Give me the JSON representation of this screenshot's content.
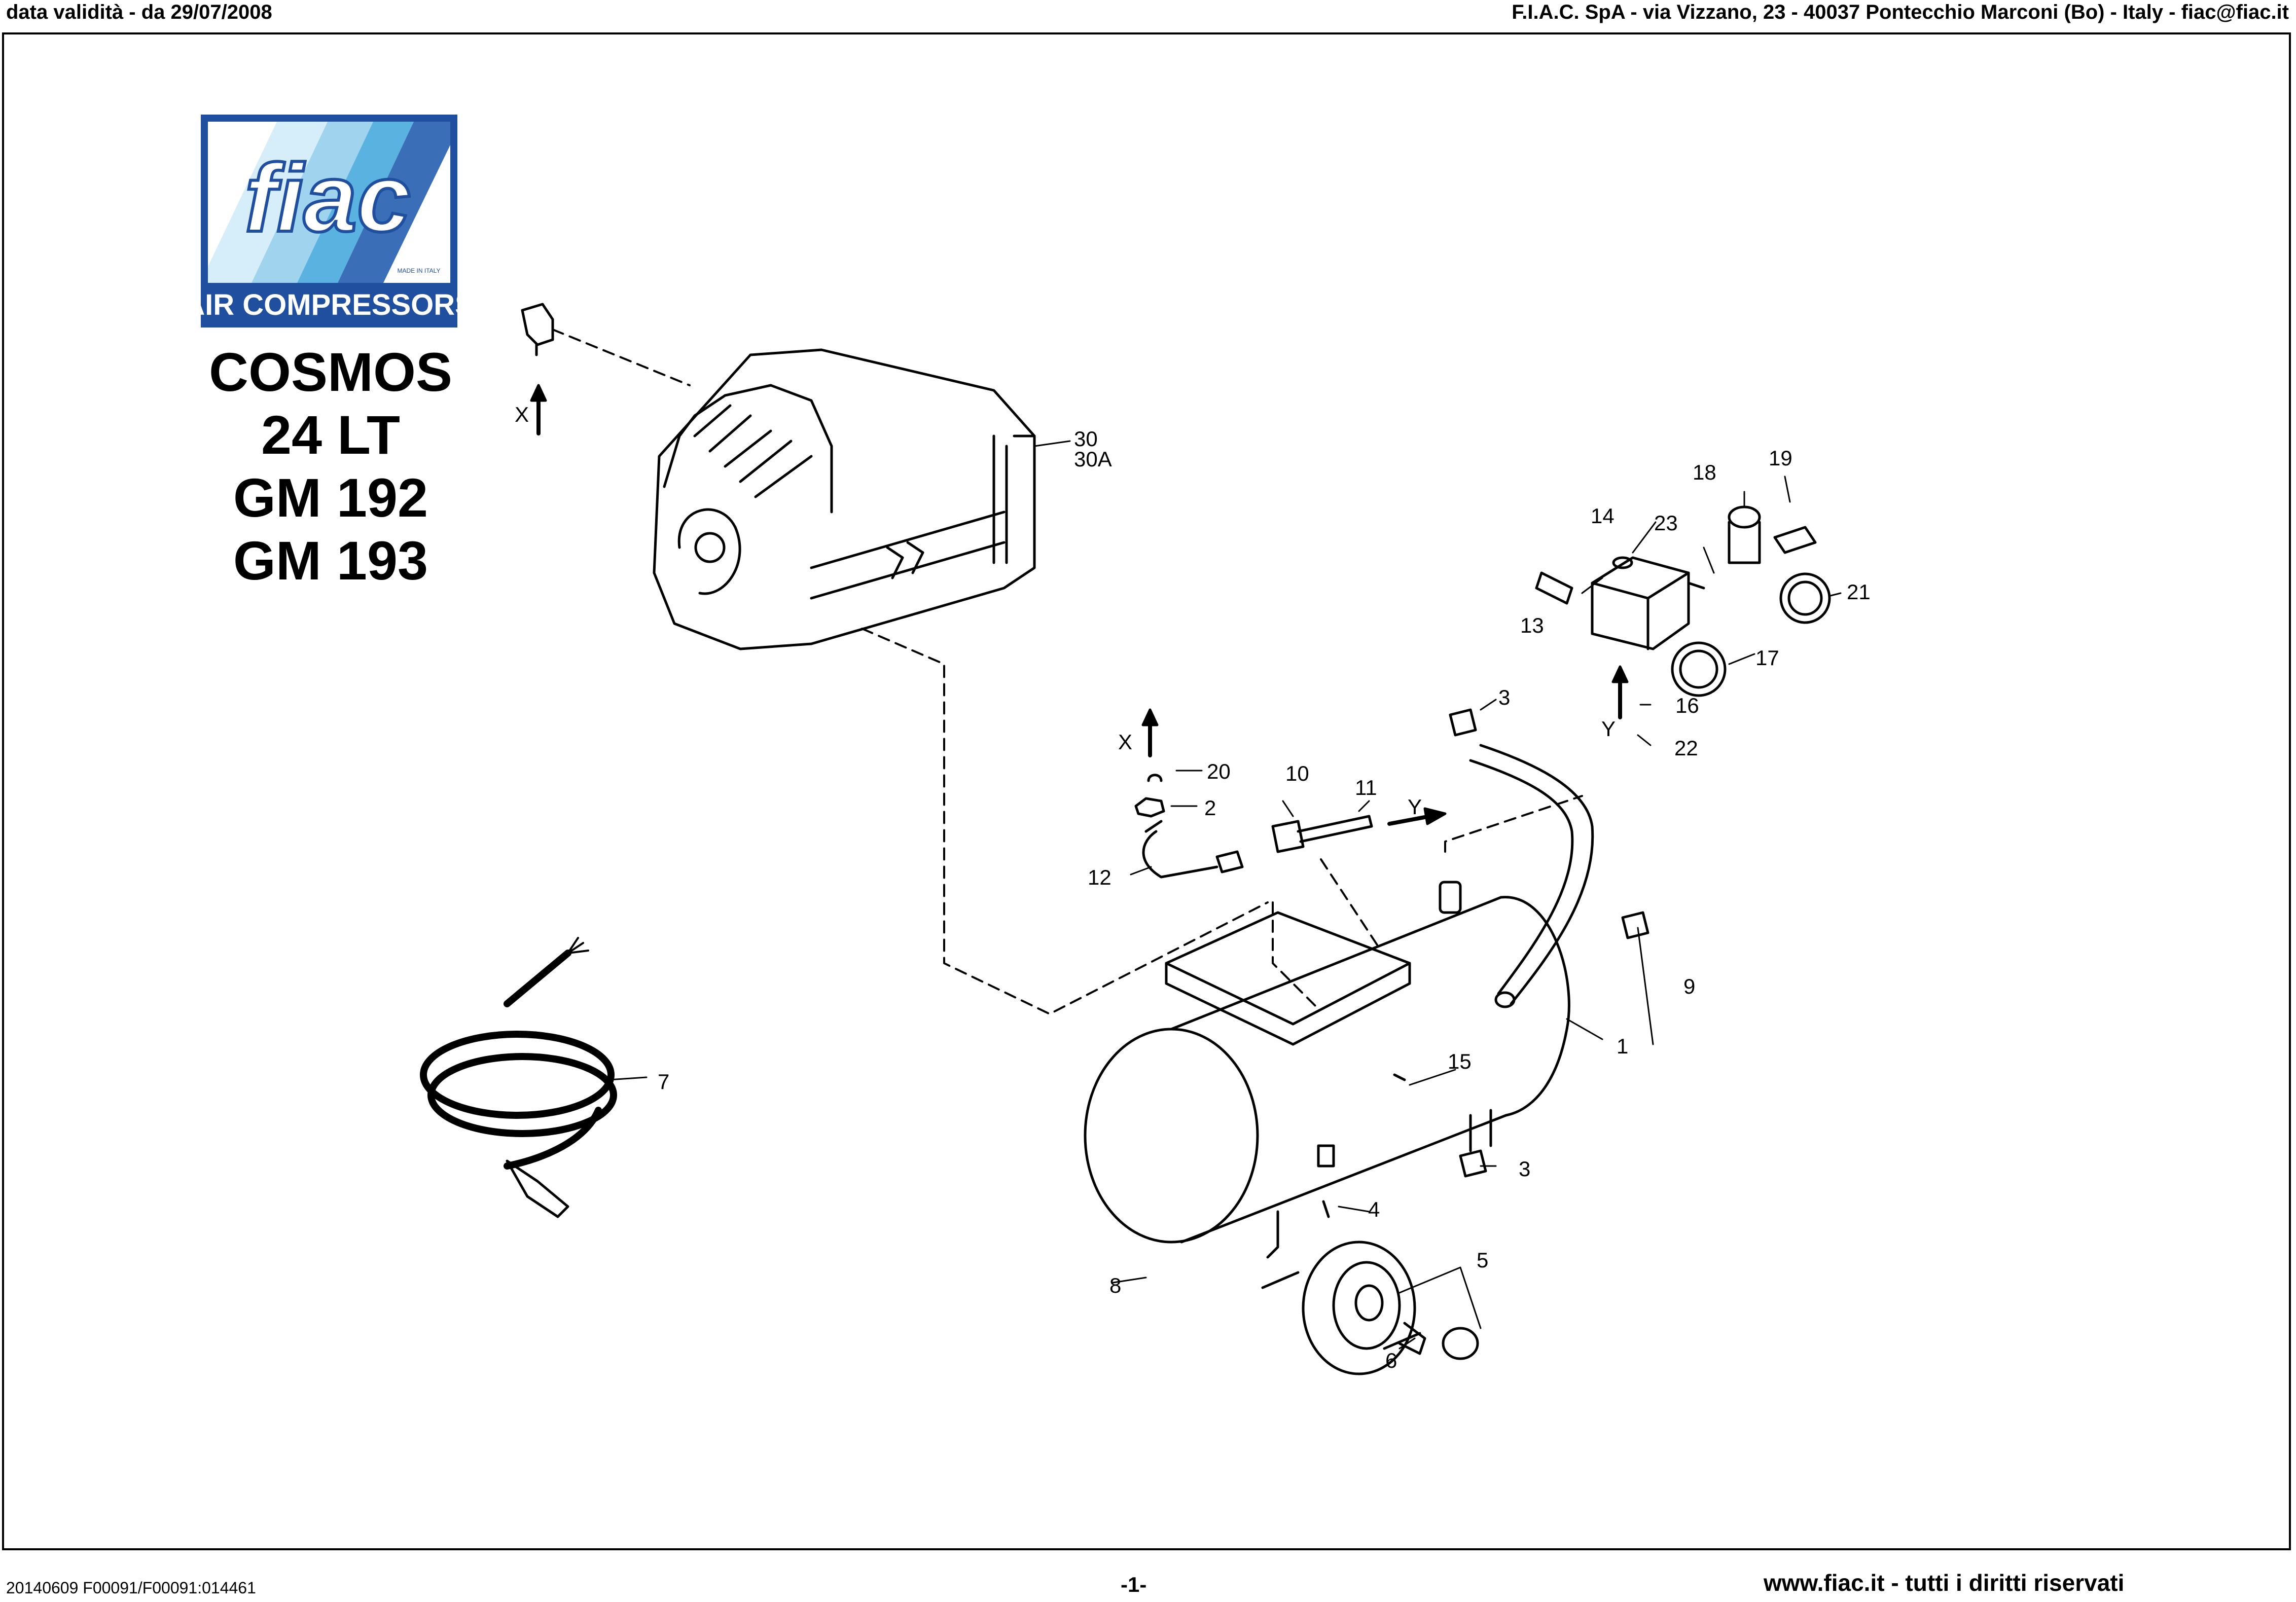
{
  "header": {
    "validity": "data validità - da 29/07/2008",
    "company": "F.I.A.C. SpA - via Vizzano, 23 - 40037 Pontecchio Marconi (Bo) - Italy - fiac@fiac.it"
  },
  "logo": {
    "brand": "fiac",
    "made_in": "MADE IN ITALY",
    "tagline": "AIR COMPRESSORS"
  },
  "model": {
    "name": "COSMOS",
    "capacity": "24 LT",
    "code_1": "GM 192",
    "code_2": "GM 193"
  },
  "part_labels": {
    "p1": "1",
    "p2": "2",
    "p3a": "3",
    "p3b": "3",
    "p4": "4",
    "p5": "5",
    "p6": "6",
    "p7": "7",
    "p8": "8",
    "p9": "9",
    "p10": "10",
    "p11": "11",
    "p12": "12",
    "p13": "13",
    "p14": "14",
    "p15": "15",
    "p16": "16",
    "p17": "17",
    "p18": "18",
    "p19": "19",
    "p20": "20",
    "p21": "21",
    "p22": "22",
    "p23": "23",
    "p30": "30",
    "p30a": "30A",
    "x1": "X",
    "x2": "X",
    "y1": "Y",
    "y2": "Y"
  },
  "footer": {
    "doc_code": "20140609 F00091/F00091:014461",
    "page": "-1-",
    "website": "www.fiac.it - tutti i diritti riservati"
  },
  "colors": {
    "logo_blue": "#1f4f9e",
    "logo_light": "#bfe3f5",
    "logo_mid": "#5ab2e0"
  }
}
